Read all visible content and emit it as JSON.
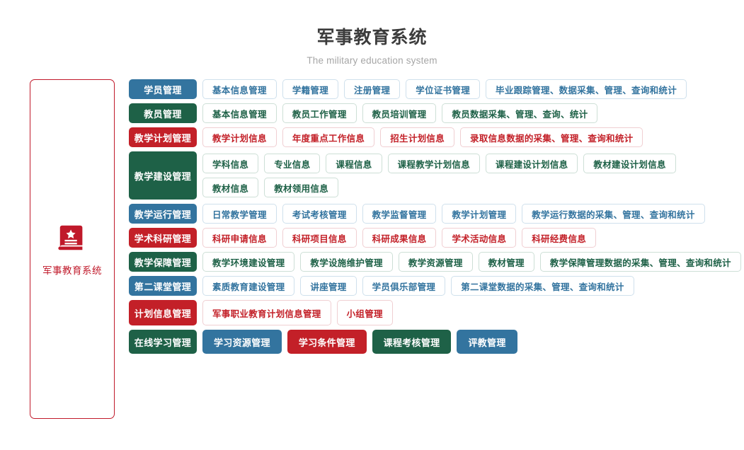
{
  "header": {
    "title": "军事教育系统",
    "subtitle": "The military education system"
  },
  "root": {
    "label": "军事教育系统",
    "icon": "book-star-icon",
    "border_color": "#c0192a"
  },
  "palette": {
    "blue": "#33749f",
    "green": "#1e6147",
    "red": "#c32028"
  },
  "rows": [
    {
      "category": "学员管理",
      "color": "blue",
      "lines": [
        [
          "基本信息管理",
          "学籍管理",
          "注册管理",
          "学位证书管理",
          "毕业跟踪管理、数据采集、管理、查询和统计"
        ]
      ]
    },
    {
      "category": "教员管理",
      "color": "green",
      "lines": [
        [
          "基本信息管理",
          "教员工作管理",
          "教员培训管理",
          "教员数据采集、管理、查询、统计"
        ]
      ]
    },
    {
      "category": "教学计划管理",
      "color": "red",
      "lines": [
        [
          "教学计划信息",
          "年度重点工作信息",
          "招生计划信息",
          "录取信息数据的采集、管理、查询和统计"
        ]
      ]
    },
    {
      "category": "教学建设管理",
      "color": "green",
      "lines": [
        [
          "学科信息",
          "专业信息",
          "课程信息",
          "课程教学计划信息",
          "课程建设计划信息",
          "教材建设计划信息"
        ],
        [
          "教材信息",
          "教材领用信息"
        ]
      ]
    },
    {
      "category": "教学运行管理",
      "color": "blue",
      "lines": [
        [
          "日常教学管理",
          "考试考核管理",
          "教学监督管理",
          "教学计划管理",
          "教学运行数据的采集、管理、查询和统计"
        ]
      ]
    },
    {
      "category": "学术科研管理",
      "color": "red",
      "lines": [
        [
          "科研申请信息",
          "科研项目信息",
          "科研成果信息",
          "学术活动信息",
          "科研经费信息"
        ]
      ]
    },
    {
      "category": "教学保障管理",
      "color": "green",
      "lines": [
        [
          "教学环境建设管理",
          "教学设施维护管理",
          "教学资源管理",
          "教材管理",
          "教学保障管理数据的采集、管理、查询和统计"
        ]
      ]
    },
    {
      "category": "第二课堂管理",
      "color": "blue",
      "lines": [
        [
          "素质教育建设管理",
          "讲座管理",
          "学员俱乐部管理",
          "第二课堂数据的采集、管理、查询和统计"
        ]
      ]
    },
    {
      "category": "计划信息管理",
      "color": "red",
      "lines": [
        [
          "军事职业教育计划信息管理",
          "小组管理"
        ]
      ]
    },
    {
      "category": "在线学习管理",
      "color": "green",
      "lines": [
        [
          "学习资源管理",
          "学习条件管理",
          "课程考核管理",
          "评教管理"
        ]
      ],
      "child_colors": [
        "blue",
        "red",
        "green",
        "blue"
      ],
      "solid_children": true
    }
  ]
}
